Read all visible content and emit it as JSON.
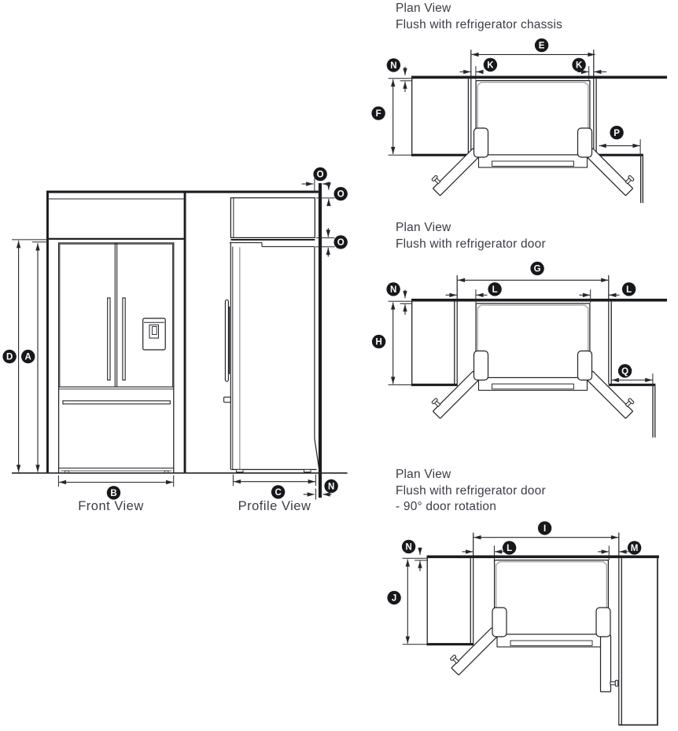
{
  "diagram": {
    "titles": {
      "plan_chassis": {
        "lines": [
          "Plan View",
          "Flush with refrigerator chassis"
        ]
      },
      "plan_door": {
        "lines": [
          "Plan View",
          "Flush with refrigerator door"
        ]
      },
      "plan_door_rotation": {
        "lines": [
          "Plan View",
          "Flush with refrigerator door",
          "- 90° door rotation"
        ]
      }
    },
    "view_labels": {
      "front": "Front View",
      "profile": "Profile View"
    },
    "dimension_labels": {
      "A": "A",
      "B": "B",
      "C": "C",
      "D": "D",
      "E": "E",
      "F": "F",
      "G": "G",
      "H": "H",
      "I": "I",
      "J": "J",
      "K": "K",
      "L": "L",
      "M": "M",
      "N": "N",
      "O": "O",
      "P": "P",
      "Q": "Q"
    },
    "colors": {
      "line": "#212226",
      "light_line": "#a4a7a9",
      "text": "#3a3d45",
      "badge_background": "#17181c",
      "badge_text": "#ffffff",
      "background": "#ffffff"
    }
  }
}
